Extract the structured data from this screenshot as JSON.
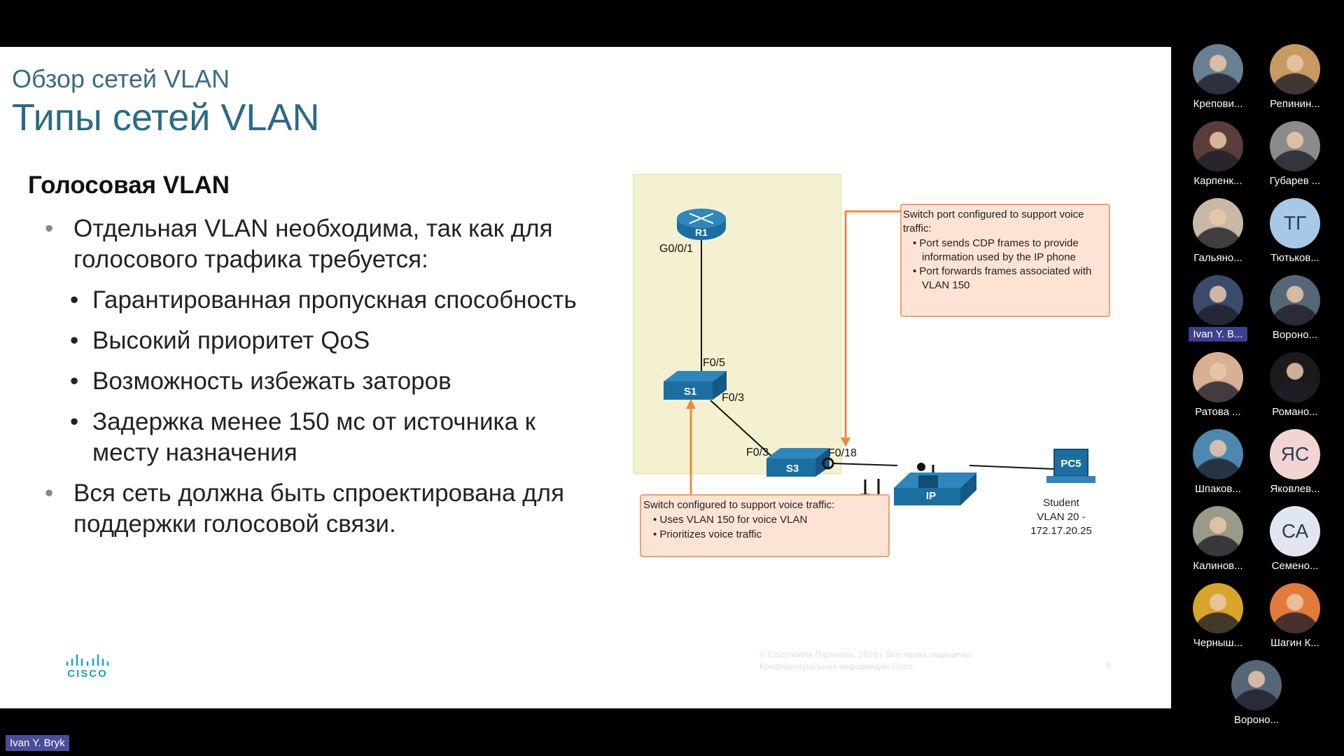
{
  "slide": {
    "subtitle": "Обзор сетей VLAN",
    "title": "Типы сетей VLAN",
    "heading": "Голосовая VLAN",
    "bullet1": "Отдельная VLAN необходима, так как для голосового трафика требуется:",
    "sub_bullets": [
      "Гарантированная пропускная способность",
      "Высокий приоритет QoS",
      "Возможность избежать заторов",
      "Задержка менее 150 мс от источника к месту назначения"
    ],
    "bullet2": "Вся сеть должна быть спроектирована для поддержки голосовой связи.",
    "copyright_line1": "© Cisco и/или Партнеры, 2016 г. Все права защищены.",
    "copyright_line2": "Конфиденциальная информация Cisco",
    "page_number": "8",
    "logo_text": "CISCO"
  },
  "diagram": {
    "r1_label": "R1",
    "r1_port": "G0/0/1",
    "s1_label": "S1",
    "s1_port_up": "F0/5",
    "s1_port_down": "F0/3",
    "s3_label": "S3",
    "s3_port_left": "F0/3",
    "s3_port_right": "F0/18",
    "phone_label": "IP",
    "pc_label": "PC5",
    "student_line1": "Student",
    "student_line2": "VLAN 20 -",
    "student_line3": "172.17.20.25",
    "callout_top": {
      "title": "Switch port configured to support voice traffic:",
      "items": [
        "Port sends CDP frames to provide information used by the IP phone",
        "Port forwards frames associated with VLAN 150"
      ]
    },
    "callout_bottom": {
      "title": "Switch configured to support voice traffic:",
      "items": [
        "Uses VLAN 150 for voice VLAN",
        "Prioritizes voice traffic"
      ]
    },
    "colors": {
      "panel": "#f4f1d0",
      "callout_fill": "#fde3d4",
      "callout_border": "#f0a070",
      "arrow": "#f08a3a",
      "device": "#1b6fa0"
    }
  },
  "participants": [
    {
      "name": "Крепови...",
      "avatar": "photo",
      "color": "#6a7f93"
    },
    {
      "name": "Репинин...",
      "avatar": "photo",
      "color": "#c79a62"
    },
    {
      "name": "Карпенк...",
      "avatar": "photo",
      "color": "#5a3d3a"
    },
    {
      "name": "Губарев ...",
      "avatar": "photo",
      "color": "#8b8b8b"
    },
    {
      "name": "Гальяно...",
      "avatar": "photo",
      "color": "#c9b8a6"
    },
    {
      "name": "Тютьков...",
      "avatar": "initials",
      "initials": "ТГ",
      "color": "#a8c8e8"
    },
    {
      "name": "Ivan Y. B...",
      "avatar": "photo",
      "color": "#3a4a6b",
      "active": true
    },
    {
      "name": "Вороно...",
      "avatar": "photo",
      "color": "#556677"
    },
    {
      "name": "Ратова ...",
      "avatar": "photo",
      "color": "#d8b094"
    },
    {
      "name": "Романо...",
      "avatar": "photo",
      "color": "#1a1a1a"
    },
    {
      "name": "Шпаков...",
      "avatar": "photo",
      "color": "#4c88b0"
    },
    {
      "name": "Яковлев...",
      "avatar": "initials",
      "initials": "ЯС",
      "color": "#f2d5d2"
    },
    {
      "name": "Калинов...",
      "avatar": "photo",
      "color": "#9a9a8a"
    },
    {
      "name": "Семено...",
      "avatar": "initials",
      "initials": "СА",
      "color": "#e2e6f0"
    },
    {
      "name": "Черныш...",
      "avatar": "photo",
      "color": "#d8a42a"
    },
    {
      "name": "Шагин К...",
      "avatar": "photo",
      "color": "#e27a3a"
    },
    {
      "name": "Вороно...",
      "avatar": "photo",
      "color": "#556677"
    }
  ],
  "speaker_label": "Ivan Y. Bryk"
}
